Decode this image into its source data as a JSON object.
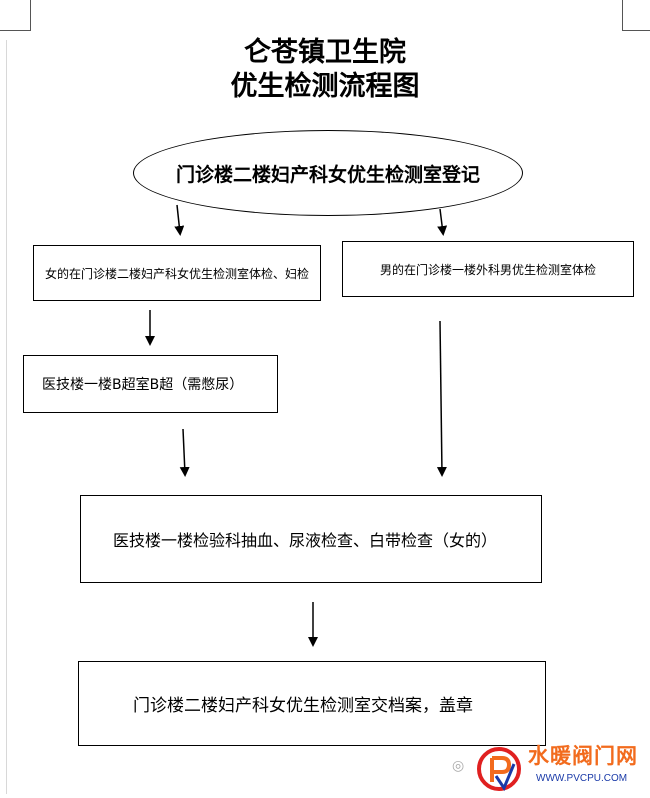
{
  "title": {
    "line1": "仑苍镇卫生院",
    "line2": "优生检测流程图"
  },
  "nodes": {
    "register": "门诊楼二楼妇产科女优生检测室登记",
    "female_exam": "女的在门诊楼二楼妇产科女优生检测室体检、妇检",
    "male_exam": "男的在门诊楼一楼外科男优生检测室体检",
    "ultrasound": "医技楼一楼B超室B超（需憋尿）",
    "lab_tests": "医技楼一楼检验科抽血、尿液检查、白带检查（女的）",
    "archive": "门诊楼二楼妇产科女优生检测室交档案，盖章"
  },
  "watermark": {
    "brand": "水暖阀门网",
    "url": "WWW.PVCPU.COM",
    "brand_color": "#f26b1d",
    "url_color": "#1a3aa8",
    "logo_icon": "pv-logo-icon",
    "wechat_icon": "wechat-icon"
  }
}
